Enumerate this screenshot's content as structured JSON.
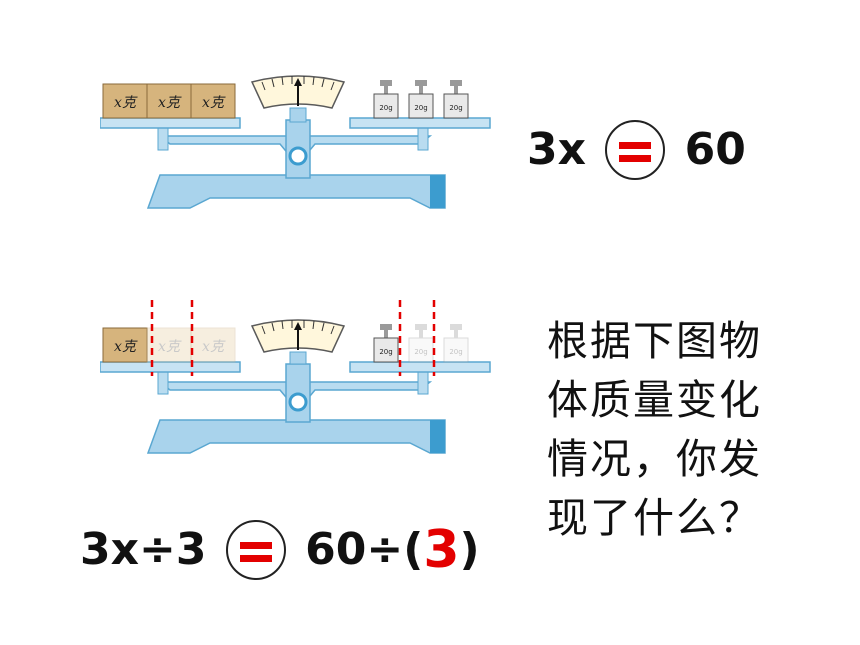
{
  "scale_top": {
    "left_blocks": [
      "x克",
      "x克",
      "x克"
    ],
    "right_weights": [
      "20g",
      "20g",
      "20g"
    ]
  },
  "scale_bottom": {
    "left_blocks": [
      "x克",
      "x克",
      "x克"
    ],
    "right_weights": [
      "20g",
      "20g",
      "20g"
    ]
  },
  "equation1": {
    "lhs": "3x",
    "rhs": "60"
  },
  "equation2": {
    "lhs": "3x÷3",
    "rhs": "60÷(",
    "divisor": "3",
    "close": ")"
  },
  "question_lines": [
    "根据下图物",
    "体质量变化",
    "情况，你发",
    "现了什么？"
  ],
  "colors": {
    "scale_blue": "#a9d3ec",
    "scale_dark": "#3c9ccf",
    "accent_red": "#e30000",
    "block": "#d6b47d"
  }
}
